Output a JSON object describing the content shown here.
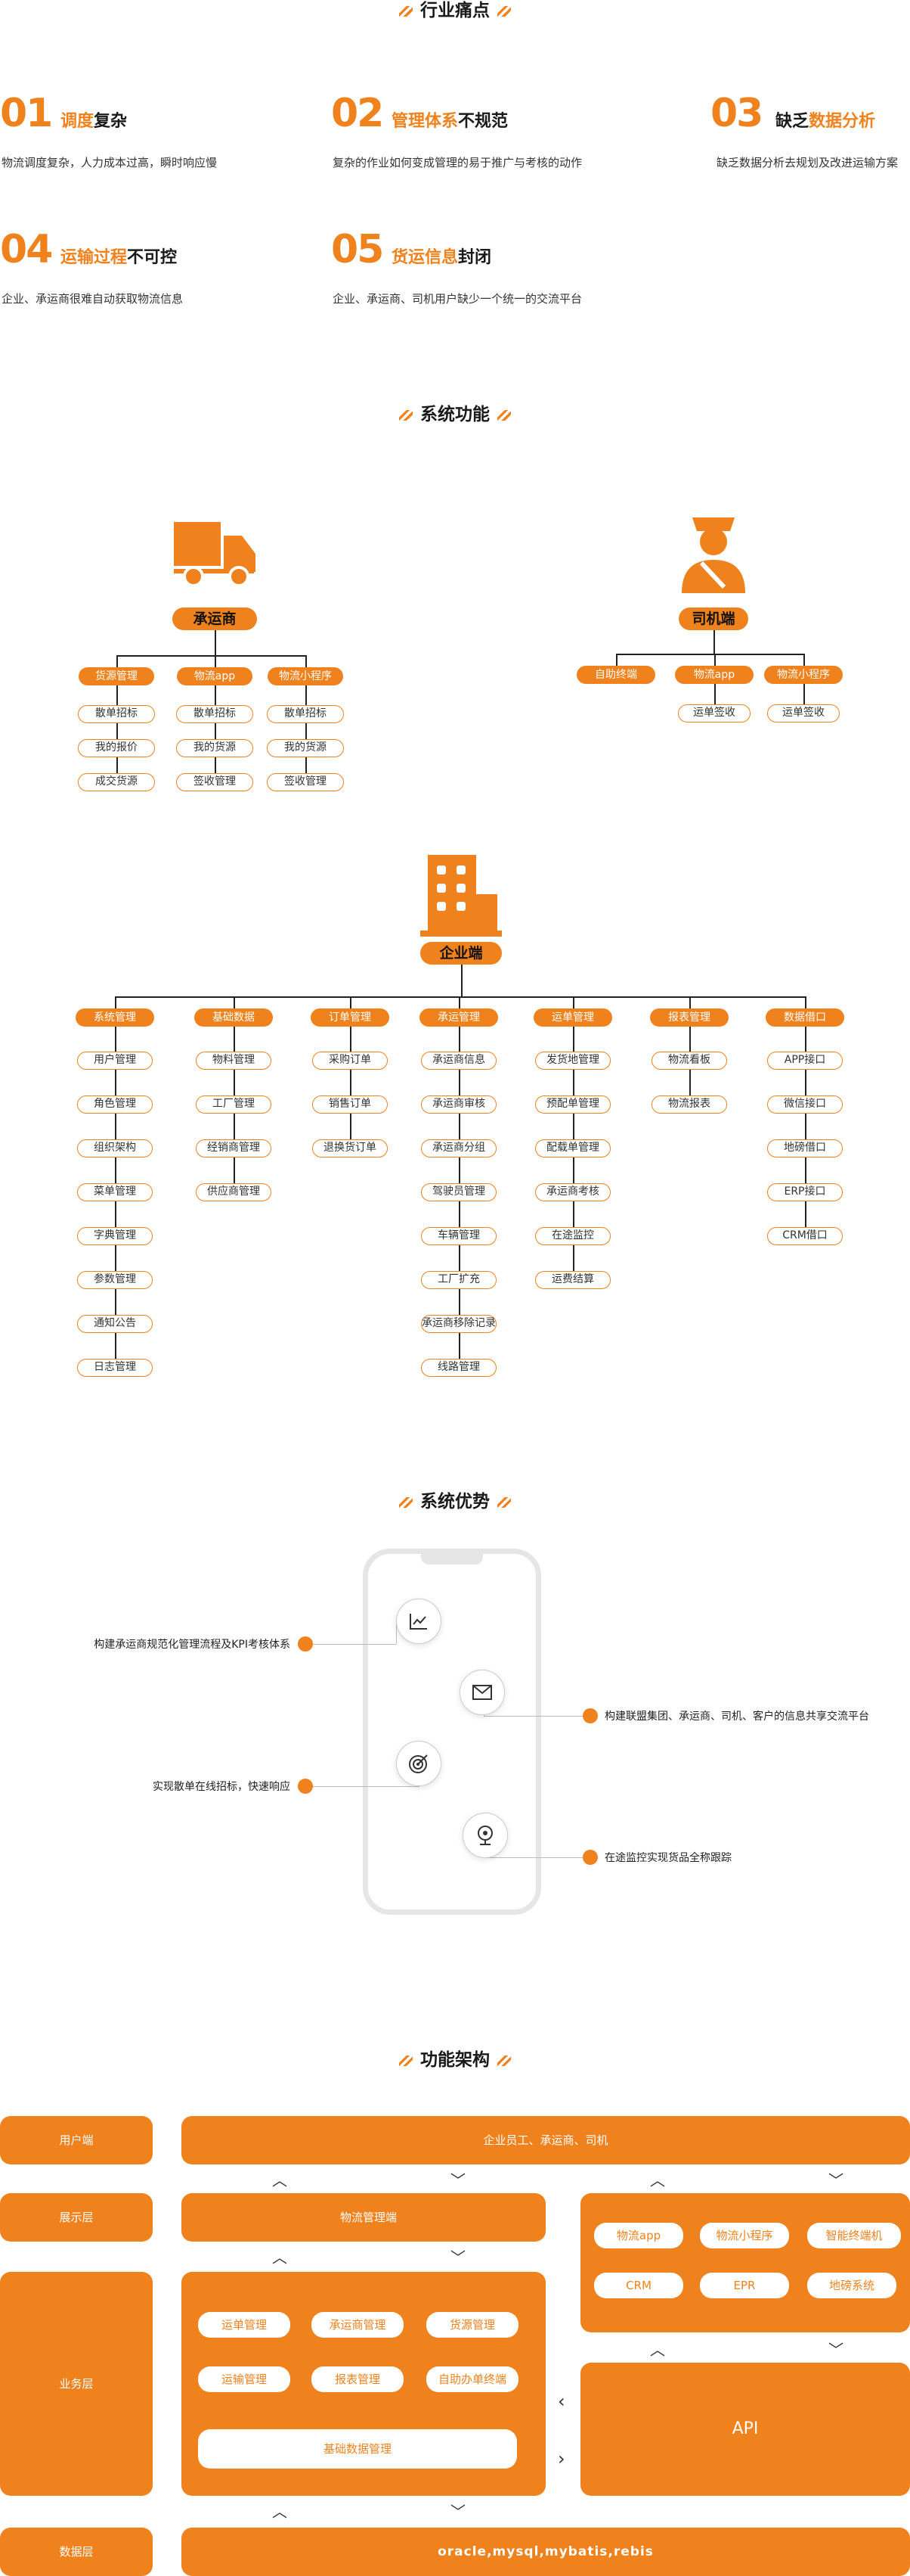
{
  "colors": {
    "accent": "#f0821d",
    "text": "#222222"
  },
  "pain": {
    "title": "行业痛点",
    "items": [
      {
        "num": "01",
        "title_a": "调度",
        "title_b": "复杂",
        "desc": "物流调度复杂，人力成本过高，瞬时响应慢"
      },
      {
        "num": "02",
        "title_a": "管理体系",
        "title_b": "不规范",
        "desc": "复杂的作业如何变成管理的易于推广与考核的动作"
      },
      {
        "num": "03",
        "title_a": "缺乏",
        "title_b": "数据分析",
        "desc": "缺乏数据分析去规划及改进运输方案"
      },
      {
        "num": "04",
        "title_a": "运输过程",
        "title_b": "不可控",
        "desc": "企业、承运商很难自动获取物流信息"
      },
      {
        "num": "05",
        "title_a": "货运信息",
        "title_b": "封闭",
        "desc": "企业、承运商、司机用户缺少一个统一的交流平台"
      }
    ]
  },
  "features": {
    "title": "系统功能",
    "carrier": {
      "title": "承运商",
      "groups": [
        {
          "name": "货源管理",
          "items": [
            "散单招标",
            "我的报价",
            "成交货源"
          ]
        },
        {
          "name": "物流app",
          "items": [
            "散单招标",
            "我的货源",
            "签收管理"
          ]
        },
        {
          "name": "物流小程序",
          "items": [
            "散单招标",
            "我的货源",
            "签收管理"
          ]
        }
      ]
    },
    "driver": {
      "title": "司机端",
      "groups": [
        {
          "name": "自助终端",
          "items": []
        },
        {
          "name": "物流app",
          "items": [
            "运单签收"
          ]
        },
        {
          "name": "物流小程序",
          "items": [
            "运单签收"
          ]
        }
      ]
    },
    "enterprise": {
      "title": "企业端",
      "groups": [
        {
          "name": "系统管理",
          "items": [
            "用户管理",
            "角色管理",
            "组织架构",
            "菜单管理",
            "字典管理",
            "参数管理",
            "通知公告",
            "日志管理"
          ]
        },
        {
          "name": "基础数据",
          "items": [
            "物料管理",
            "工厂管理",
            "经销商管理",
            "供应商管理"
          ]
        },
        {
          "name": "订单管理",
          "items": [
            "采购订单",
            "销售订单",
            "退换货订单"
          ]
        },
        {
          "name": "承运管理",
          "items": [
            "承运商信息",
            "承运商审核",
            "承运商分组",
            "驾驶员管理",
            "车辆管理",
            "工厂扩充",
            "承运商移除记录",
            "线路管理"
          ]
        },
        {
          "name": "运单管理",
          "items": [
            "发货地管理",
            "预配单管理",
            "配载单管理",
            "承运商考核",
            "在途监控",
            "运费结算"
          ]
        },
        {
          "name": "报表管理",
          "items": [
            "物流看板",
            "物流报表"
          ]
        },
        {
          "name": "数据借口",
          "items": [
            "APP接口",
            "微信接口",
            "地磅借口",
            "ERP接口",
            "CRM借口"
          ]
        }
      ]
    }
  },
  "advantages": {
    "title": "系统优势",
    "items": [
      {
        "text": "构建承运商规范化管理流程及KPI考核体系",
        "icon": "chart-icon"
      },
      {
        "text": "构建联盟集团、承运商、司机、客户的信息共享交流平台",
        "icon": "mail-icon"
      },
      {
        "text": "实现散单在线招标，快速响应",
        "icon": "target-icon"
      },
      {
        "text": "在途监控实现货品全称跟踪",
        "icon": "location-icon"
      }
    ]
  },
  "arch": {
    "title": "功能架构",
    "layers": {
      "user": "用户端",
      "display": "展示层",
      "business": "业务层",
      "data": "数据层"
    },
    "user_bar": "企业员工、承运商、司机",
    "display_bar": "物流管理端",
    "biz_items": [
      "运单管理",
      "承运商管理",
      "货源管理",
      "运输管理",
      "报表管理",
      "自助办单终端"
    ],
    "biz_base": "基础数据管理",
    "side_items": [
      "物流app",
      "物流小程序",
      "智能终端机",
      "CRM",
      "EPR",
      "地磅系统"
    ],
    "api": "API",
    "data_bar": "oracle,mysql,mybatis,rebis"
  }
}
